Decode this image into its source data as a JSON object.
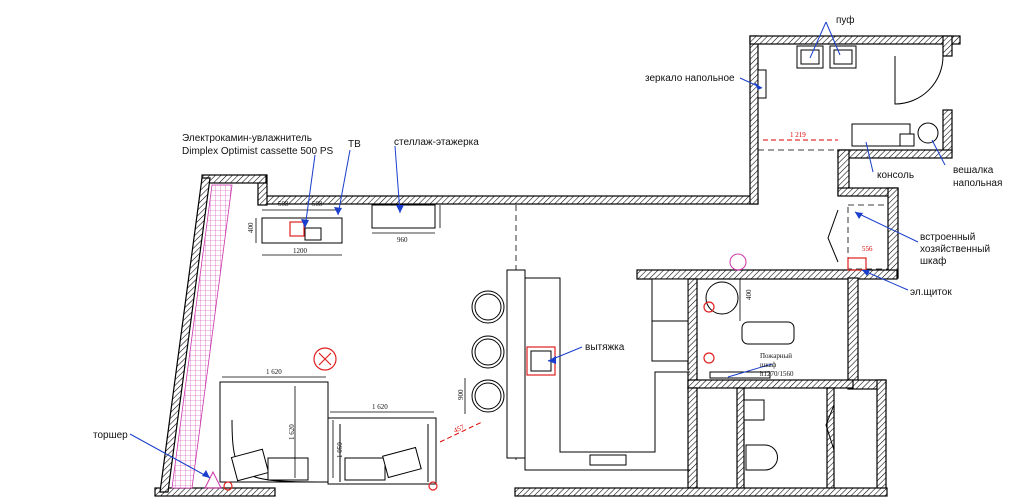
{
  "labels": {
    "fireplace_line1": "Электрокамин-увлажнитель",
    "fireplace_line2": "Dimplex Optimist cassette 500 PS",
    "tv": "ТВ",
    "shelf": "стеллаж-этажерка",
    "mirror": "зеркало напольное",
    "pouf": "пуф",
    "console": "консоль",
    "hanger_line1": "вешалка",
    "hanger_line2": "напольная",
    "wardrobe_line1": "встроенный",
    "wardrobe_line2": "хозяйственный",
    "wardrobe_line3": "шкаф",
    "electric_panel": "эл.щиток",
    "hood": "вытяжка",
    "fire_hose_line1": "Пожарный",
    "fire_hose_line2": "шкаф",
    "fire_hose_line3": "h1270/1560",
    "floor_lamp": "торшер"
  },
  "dimensions": {
    "fp_left": "508",
    "fp_right": "508",
    "fp_height": "400",
    "fp_total": "1200",
    "shelf_width": "960",
    "hall_width": "1 219",
    "wardrobe": "556",
    "kitchen_400": "400",
    "sofa1_width": "1 620",
    "sofa1_depth": "1 620",
    "sofa2_width": "1 620",
    "sofa2_depth": "1 050",
    "sofa_gap": "457",
    "bar_900": "900"
  },
  "colors": {
    "wall_hatch": "#000000",
    "accent_red": "#e02020",
    "leader_blue": "#1a3fcc",
    "pink_glass": "#cc33aa"
  }
}
